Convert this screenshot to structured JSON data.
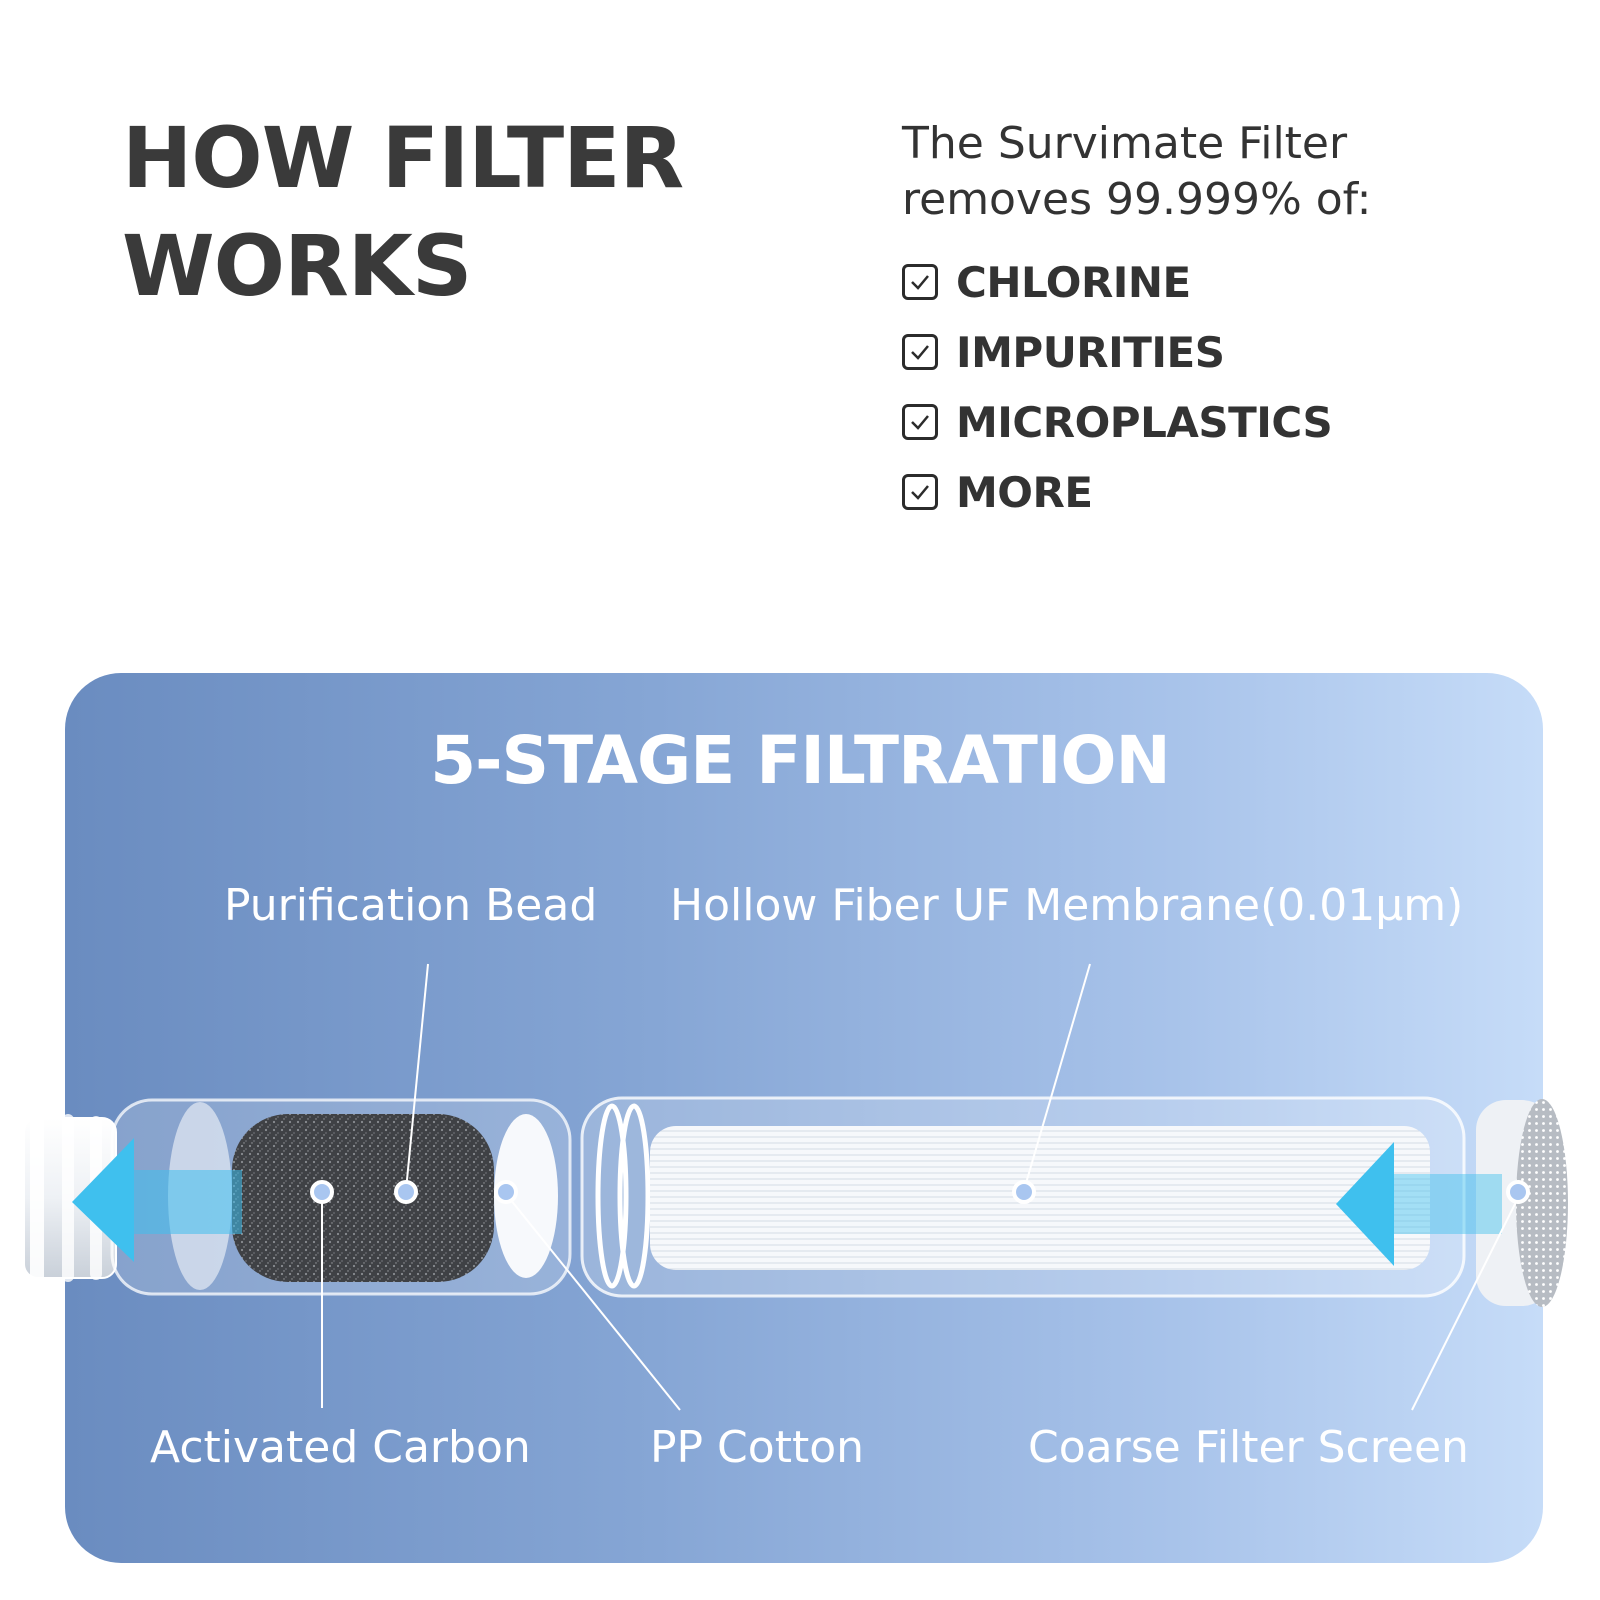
{
  "header": {
    "title_line1": "HOW FILTER",
    "title_line2": "WORKS",
    "intro_line1": "The Survimate Filter",
    "intro_line2": "removes 99.999% of:"
  },
  "removes": [
    {
      "label": "CHLORINE",
      "icon": "checkbox-checked-icon"
    },
    {
      "label": "IMPURITIES",
      "icon": "checkbox-checked-icon"
    },
    {
      "label": "MICROPLASTICS",
      "icon": "checkbox-checked-icon"
    },
    {
      "label": "MORE",
      "icon": "checkbox-checked-icon"
    }
  ],
  "panel": {
    "title": "5-STAGE FILTRATION"
  },
  "stages": {
    "purification_bead": "Purification Bead",
    "hollow_fiber": "Hollow Fiber UF Membrane(0.01μm)",
    "activated_carbon": "Activated Carbon",
    "pp_cotton": "PP Cotton",
    "coarse_screen": "Coarse Filter Screen"
  },
  "colors": {
    "headline": "#3a3a3a",
    "panel_left": "#6a8cc0",
    "panel_right": "#c6dcf8",
    "flow_arrow": "#3fc0ee"
  }
}
